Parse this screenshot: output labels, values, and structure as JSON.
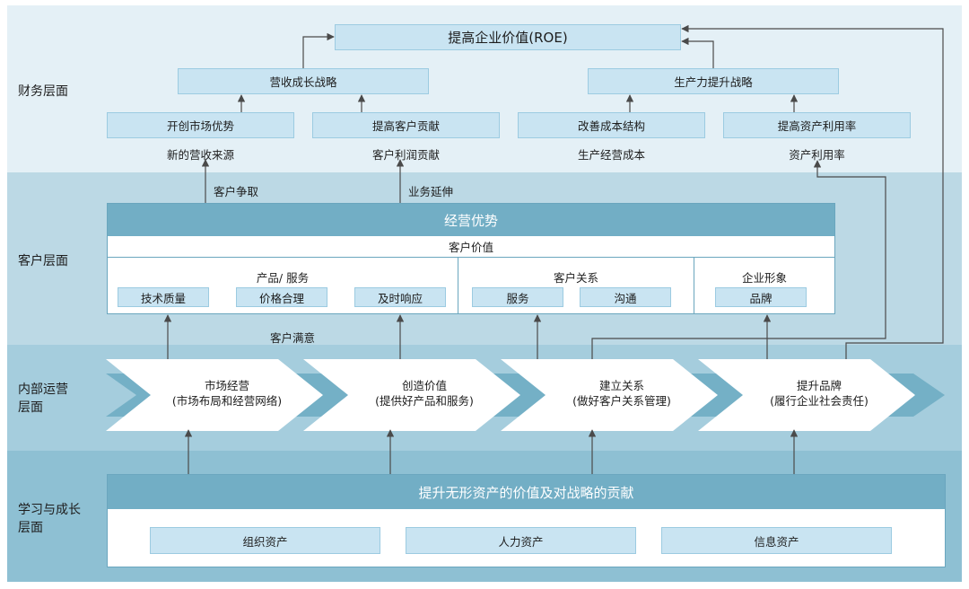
{
  "layers": {
    "financial": "财务层面",
    "customer": "客户层面",
    "internal_line1": "内部运营",
    "internal_line2": "层面",
    "learning_line1": "学习与成长",
    "learning_line2": "层面"
  },
  "financial": {
    "top": "提高企业价值(ROE)",
    "revenue_strategy": "营收成长战略",
    "productivity_strategy": "生产力提升战略",
    "items": [
      "开创市场优势",
      "提高客户贡献",
      "改善成本结构",
      "提高资产利用率"
    ],
    "captions": [
      "新的营收来源",
      "客户利润贡献",
      "生产经营成本",
      "资产利用率"
    ]
  },
  "links": {
    "customer_acquisition": "客户争取",
    "business_extension": "业务延伸",
    "customer_satisfaction": "客户满意"
  },
  "customer": {
    "advantage": "经营优势",
    "value": "客户价值",
    "groups": {
      "product": "产品/ 服务",
      "relationship": "客户关系",
      "image": "企业形象"
    },
    "items": [
      "技术质量",
      "价格合理",
      "及时响应",
      "服务",
      "沟通",
      "品牌"
    ]
  },
  "internal": {
    "steps": [
      {
        "title": "市场经营",
        "sub": "(市场布局和经营网络)"
      },
      {
        "title": "创造价值",
        "sub": "(提供好产品和服务)"
      },
      {
        "title": "建立关系",
        "sub": "(做好客户关系管理)"
      },
      {
        "title": "提升品牌",
        "sub": "(履行企业社会责任)"
      }
    ]
  },
  "learning": {
    "header": "提升无形资产的价值及对战略的贡献",
    "assets": [
      "组织资产",
      "人力资产",
      "信息资产"
    ]
  },
  "colors": {
    "band_financial": "#e4f0f6",
    "band_customer": "#bcd9e5",
    "band_internal": "#a5cddd",
    "band_learning": "#8ec0d3",
    "box_fill": "#c9e4f2",
    "header_fill": "#72aec5",
    "arrow_line": "#4a4a4a"
  }
}
